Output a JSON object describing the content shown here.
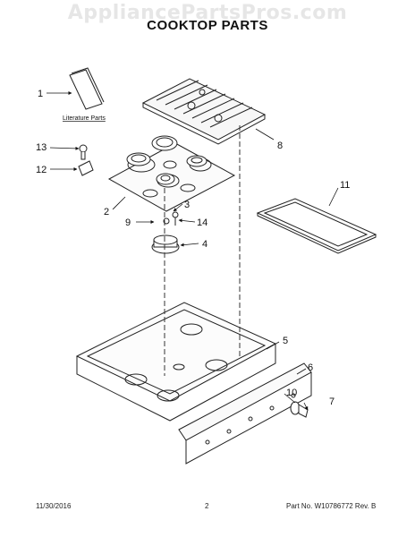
{
  "header": {
    "watermark": "AppliancePartsPros.com",
    "title": "COOKTOP PARTS"
  },
  "parts": {
    "p1": "1",
    "p2": "2",
    "p3": "3",
    "p4": "4",
    "p5": "5",
    "p6": "6",
    "p7": "7",
    "p8": "8",
    "p9": "9",
    "p10": "10",
    "p11": "11",
    "p12": "12",
    "p13": "13",
    "p14": "14"
  },
  "literature_label": "Literature Parts",
  "footer": {
    "date": "11/30/2016",
    "page": "2",
    "part_no": "Part No. W10786772  Rev. B"
  }
}
